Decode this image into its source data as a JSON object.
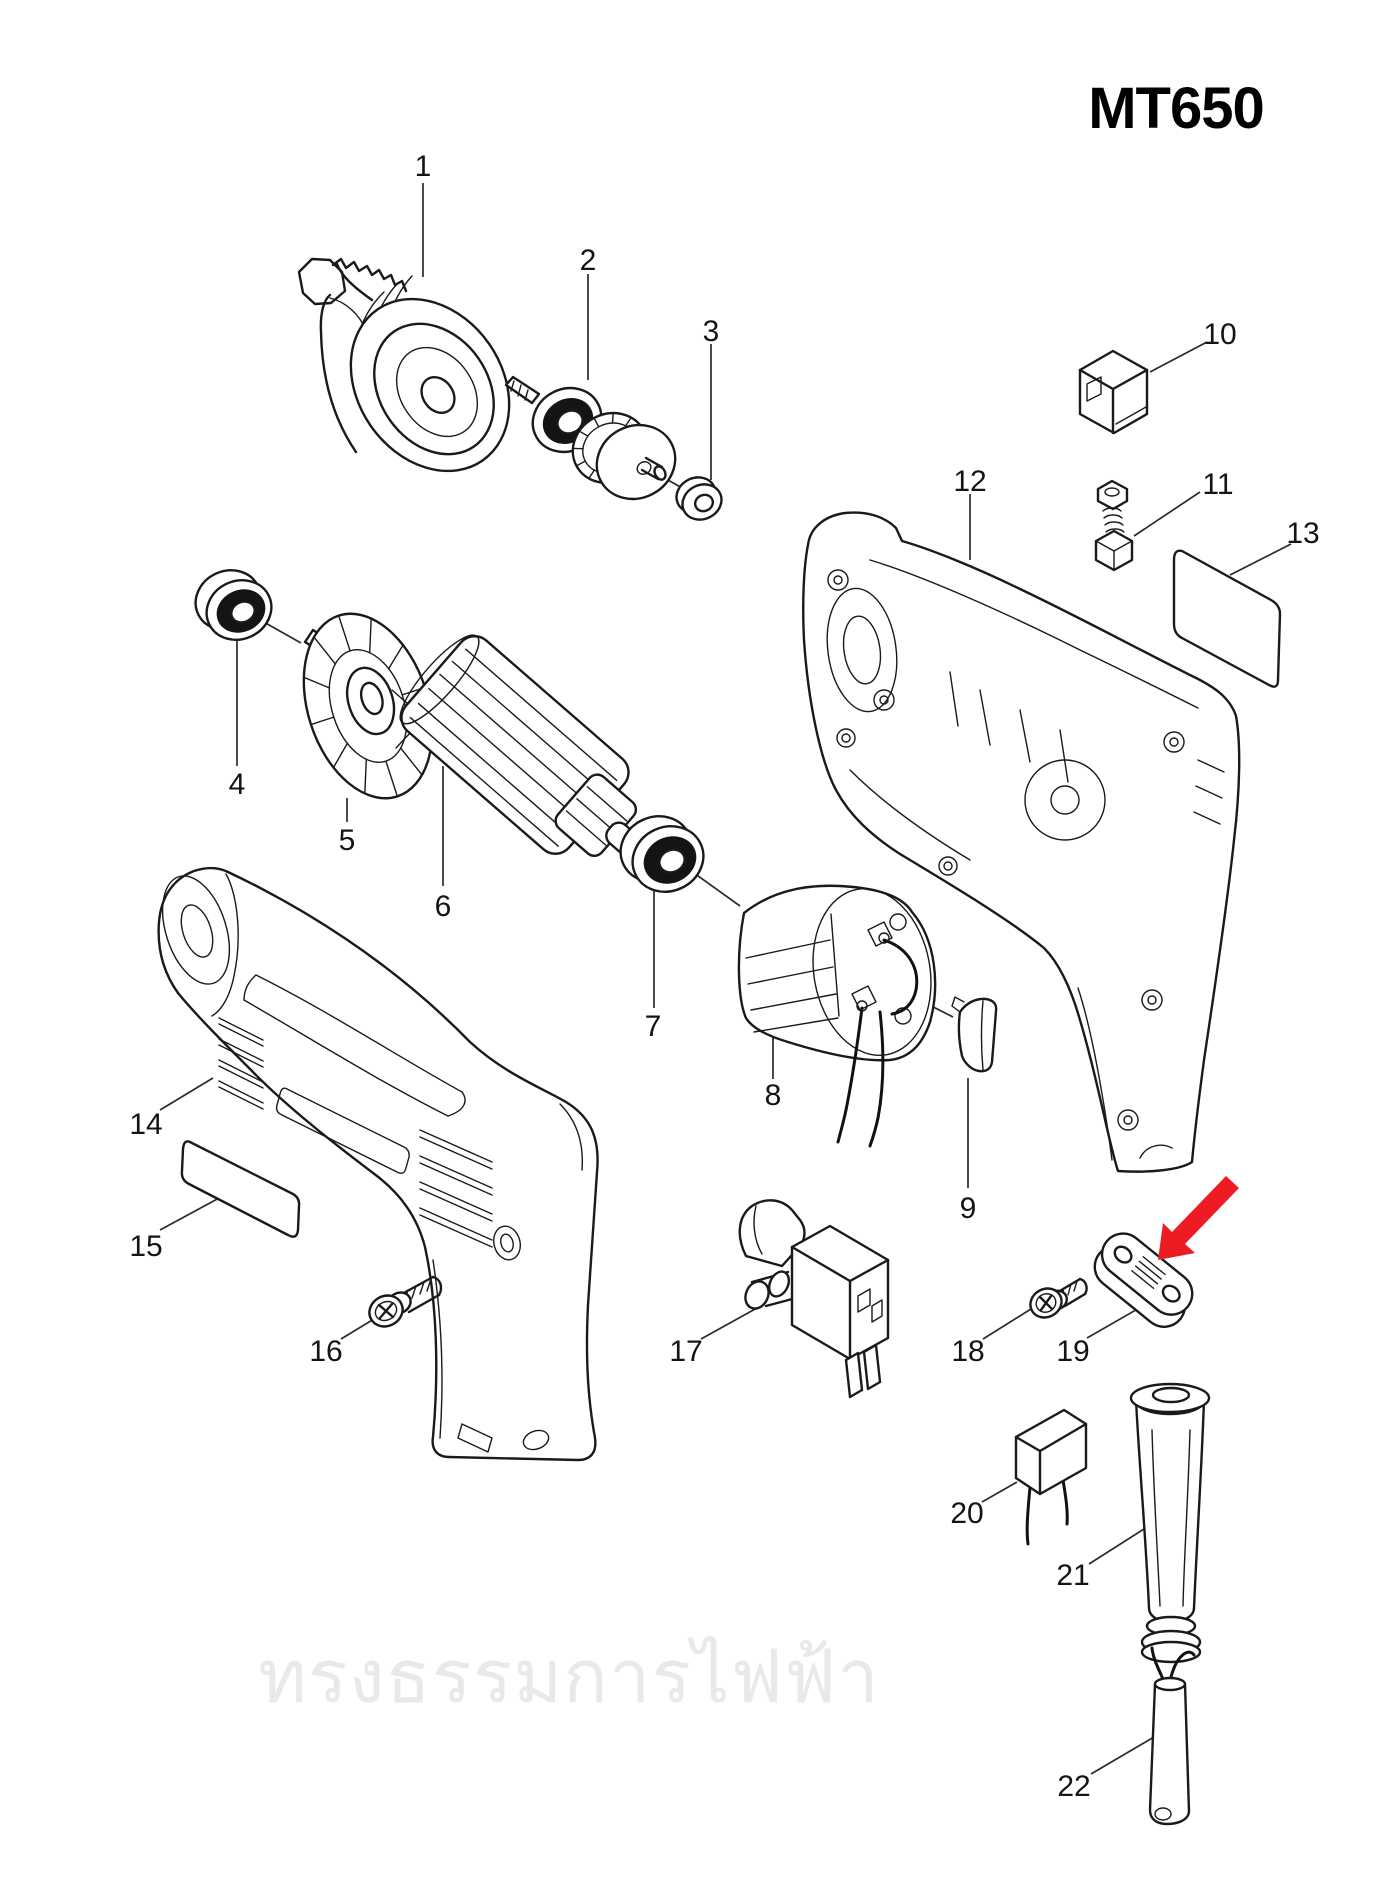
{
  "title": "MT650",
  "watermark": "ทรงธรรมการไฟฟ้า",
  "colors": {
    "line": "#1a1a1a",
    "leader": "#2a2a2a",
    "watermark": "#e9e9e9",
    "background": "#ffffff"
  },
  "arrow": {
    "color": "#ed1c24",
    "points_to_part": "19"
  },
  "parts": [
    {
      "num": "1",
      "name": "drill-chuck"
    },
    {
      "num": "2",
      "name": "spindle-gear-assembly"
    },
    {
      "num": "3",
      "name": "stop-ring"
    },
    {
      "num": "4",
      "name": "ball-bearing-rear"
    },
    {
      "num": "5",
      "name": "fan"
    },
    {
      "num": "6",
      "name": "armature"
    },
    {
      "num": "7",
      "name": "ball-bearing-front"
    },
    {
      "num": "8",
      "name": "field-stator"
    },
    {
      "num": "9",
      "name": "air-deflector"
    },
    {
      "num": "10",
      "name": "brush-holder-cap"
    },
    {
      "num": "11",
      "name": "carbon-brush"
    },
    {
      "num": "12",
      "name": "housing-half-right"
    },
    {
      "num": "13",
      "name": "label-plate"
    },
    {
      "num": "14",
      "name": "motor-housing-left"
    },
    {
      "num": "15",
      "name": "label-plate"
    },
    {
      "num": "16",
      "name": "tapping-screw"
    },
    {
      "num": "17",
      "name": "switch"
    },
    {
      "num": "18",
      "name": "tapping-screw"
    },
    {
      "num": "19",
      "name": "bearing-retainer"
    },
    {
      "num": "20",
      "name": "capacitor"
    },
    {
      "num": "21",
      "name": "cord-guard"
    },
    {
      "num": "22",
      "name": "power-cord"
    }
  ]
}
